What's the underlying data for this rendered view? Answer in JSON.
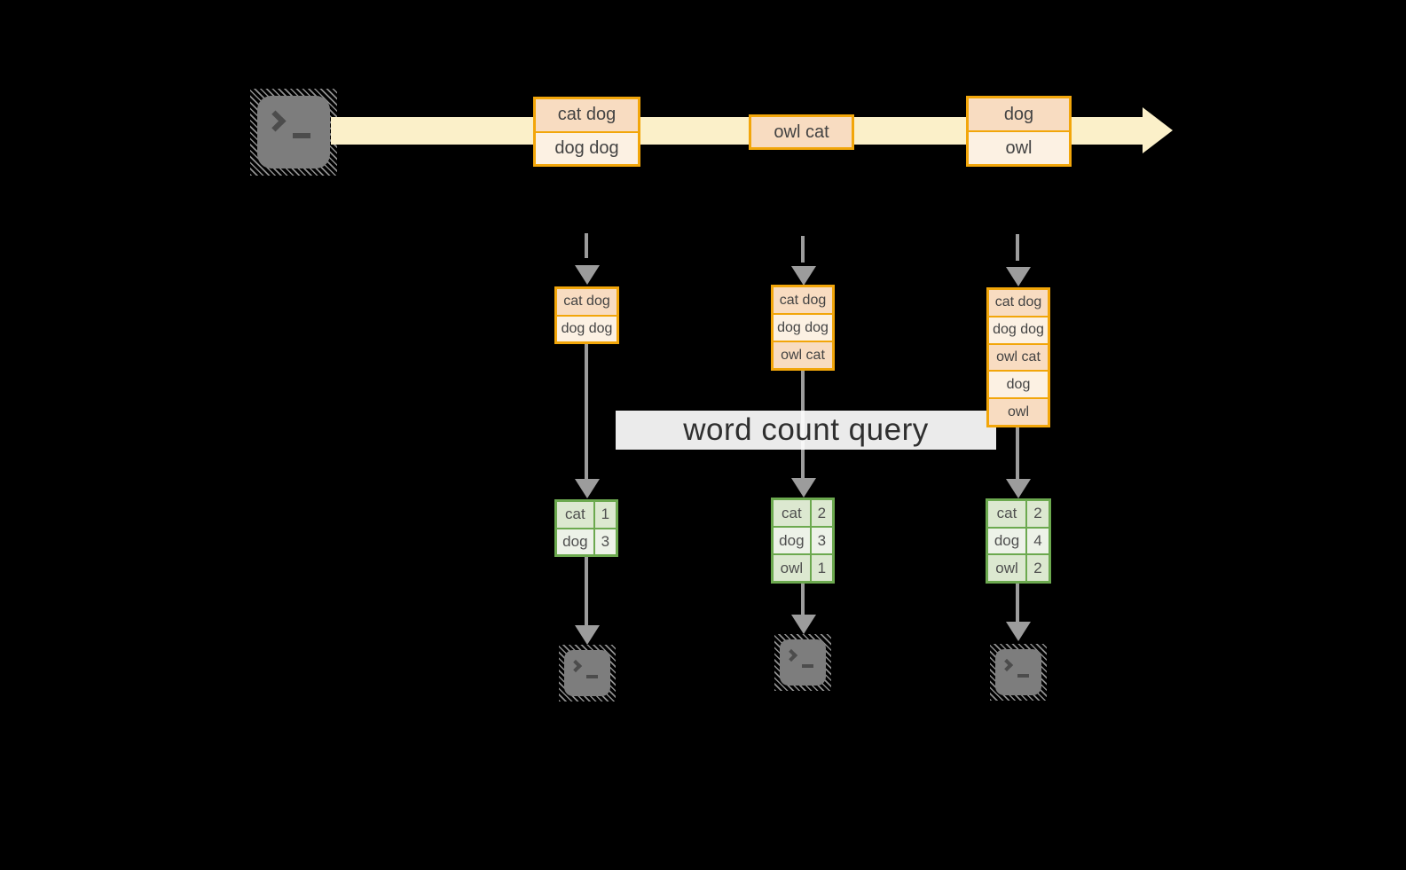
{
  "banner": {
    "label": "word count query"
  },
  "stream": {
    "source_icon": "terminal-icon",
    "events": [
      {
        "records": [
          "cat dog",
          "dog dog"
        ]
      },
      {
        "records": [
          "owl cat"
        ]
      },
      {
        "records": [
          "dog",
          "owl"
        ]
      }
    ]
  },
  "windows": [
    {
      "buffer": [
        "cat dog",
        "dog dog"
      ],
      "counts": [
        {
          "word": "cat",
          "count": "1"
        },
        {
          "word": "dog",
          "count": "3"
        }
      ]
    },
    {
      "buffer": [
        "cat dog",
        "dog dog",
        "owl cat"
      ],
      "counts": [
        {
          "word": "cat",
          "count": "2"
        },
        {
          "word": "dog",
          "count": "3"
        },
        {
          "word": "owl",
          "count": "1"
        }
      ]
    },
    {
      "buffer": [
        "cat dog",
        "dog dog",
        "owl cat",
        "dog",
        "owl"
      ],
      "counts": [
        {
          "word": "cat",
          "count": "2"
        },
        {
          "word": "dog",
          "count": "4"
        },
        {
          "word": "owl",
          "count": "2"
        }
      ]
    }
  ],
  "colors": {
    "background": "#000000",
    "stream_band": "#FBF0C9",
    "record_border": "#F2A60A",
    "record_fill_dark": "#F8DCC1",
    "record_fill_light": "#FCF1E3",
    "table_border": "#6CA94F",
    "table_fill_dark": "#DCE8D0",
    "table_fill_light": "#EDF2E8",
    "arrow_gray": "#9C9C9C",
    "terminal_gray": "#7D7D7D",
    "banner_bg": "#FFFFFF",
    "text": "#434343"
  }
}
